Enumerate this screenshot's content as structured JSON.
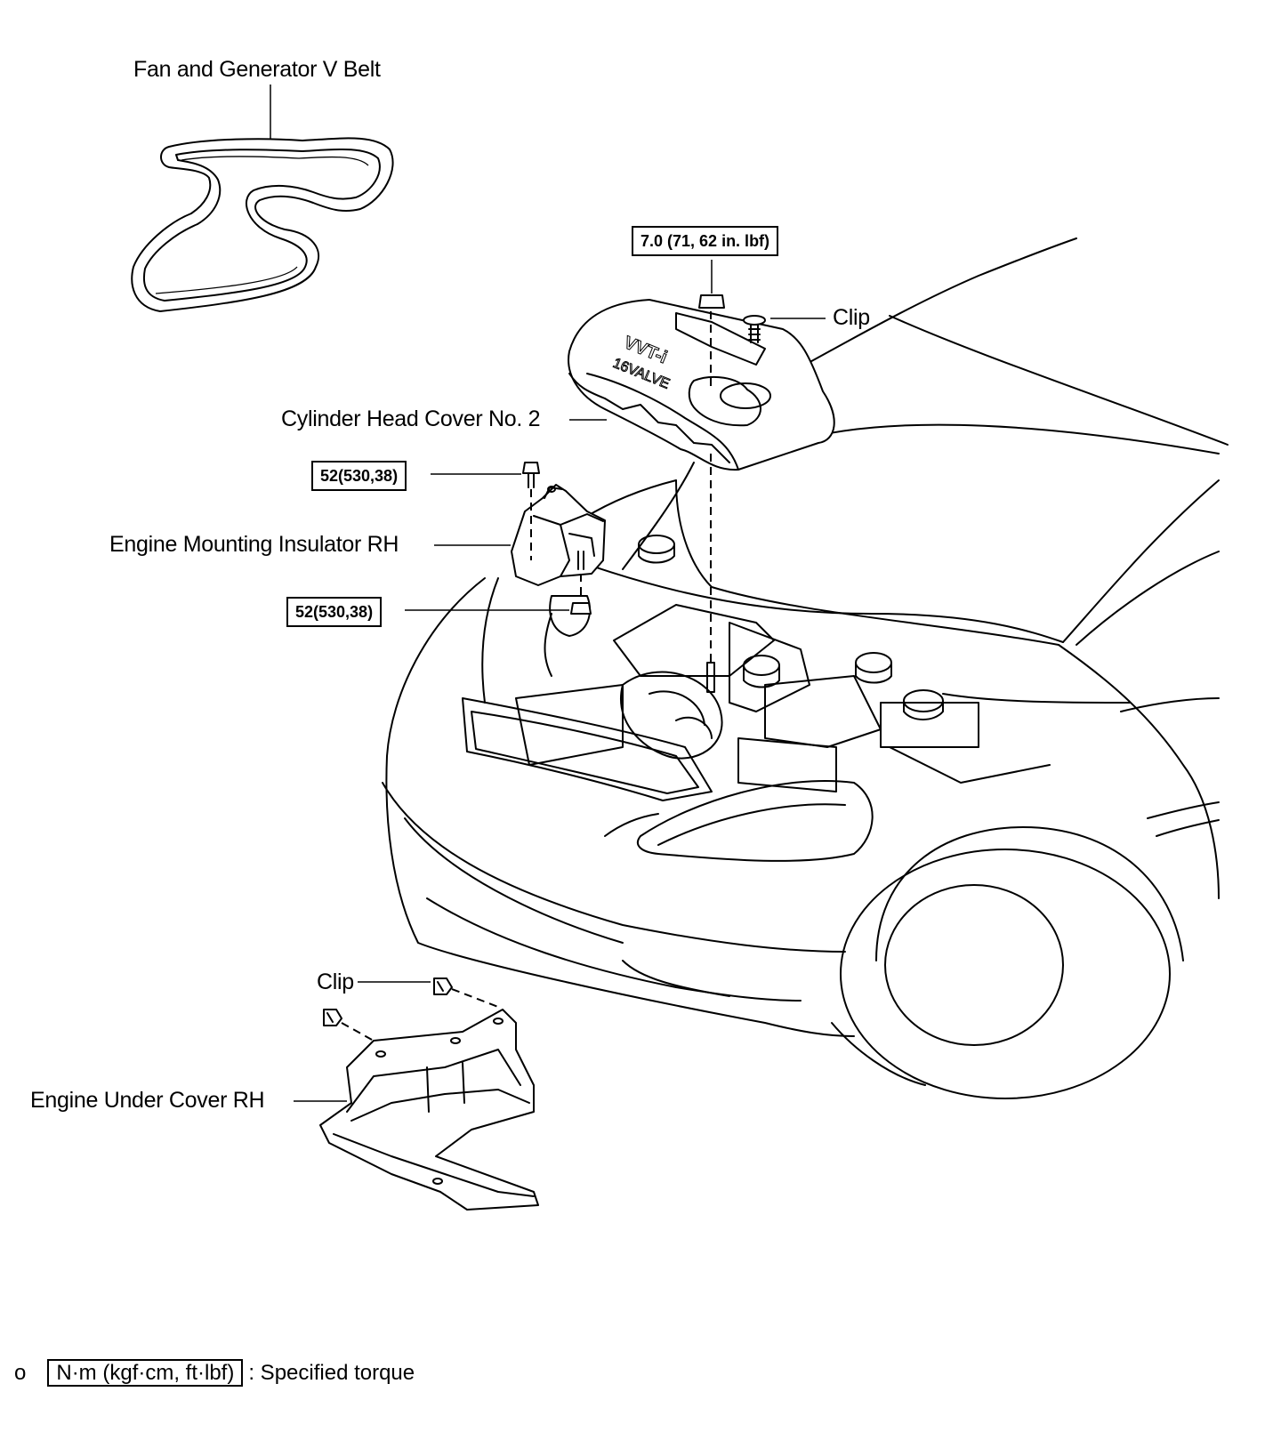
{
  "labels": {
    "fan_belt": "Fan and Generator V Belt",
    "clip_top": "Clip",
    "cylinder_head_cover": "Cylinder Head Cover No. 2",
    "engine_mount": "Engine Mounting Insulator RH",
    "clip_bottom": "Clip",
    "under_cover": "Engine Under Cover RH"
  },
  "torque": {
    "cover_nut": "7.0 (71, 62 in. lbf)",
    "mount_bolt_upper": "52(530,38)",
    "mount_bolt_lower": "52(530,38)"
  },
  "engraving": {
    "line1": "VVT-i",
    "line2": "16VALVE"
  },
  "legend": {
    "marker": "o",
    "unit": "N·m (kgf·cm, ft·lbf)",
    "text": ": Specified torque"
  }
}
